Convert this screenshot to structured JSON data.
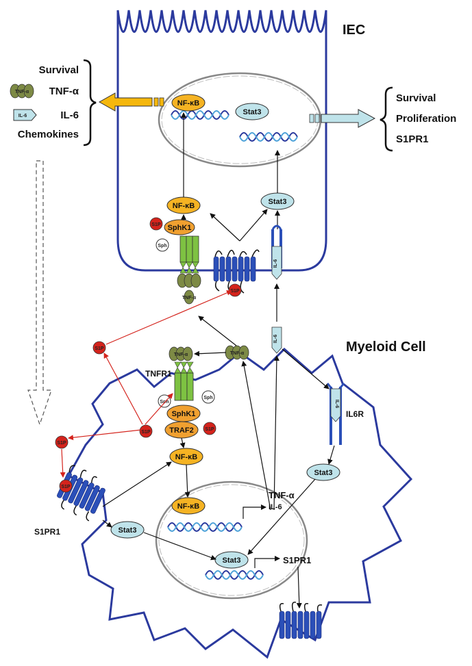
{
  "cell_labels": {
    "iec": "IEC",
    "myeloid": "Myeloid Cell"
  },
  "left_outputs": {
    "survival": "Survival",
    "tnf": "TNF-α",
    "il6": "IL-6",
    "chemokines": "Chemokines"
  },
  "right_outputs": {
    "survival": "Survival",
    "proliferation": "Proliferation",
    "s1pr1": "S1PR1"
  },
  "molecules": {
    "nfkb": "NF-κB",
    "stat3": "Stat3",
    "sphk1": "SphK1",
    "sph": "Sph",
    "s1p": "S1P",
    "tnf": "TNF-α",
    "il6": "IL-6",
    "traf2": "TRAF2"
  },
  "receptors": {
    "tnfr1": "TNFR1",
    "il6r": "IL6R",
    "s1pr1": "S1PR1"
  },
  "genes": {
    "tnf": "TNF-α",
    "il6": "IL-6",
    "s1pr1": "S1PR1"
  },
  "colors": {
    "membrane": "#2b3a9e",
    "nfkb": "#f5b323",
    "stat3": "#bfe3ea",
    "sphk1": "#f0a030",
    "s1p": "#d4231c",
    "tnf": "#7d8a45",
    "tnfr": "#7ec242",
    "yellow_arrow": "#f5b70d",
    "blue_arrow": "#bfe3ea"
  }
}
